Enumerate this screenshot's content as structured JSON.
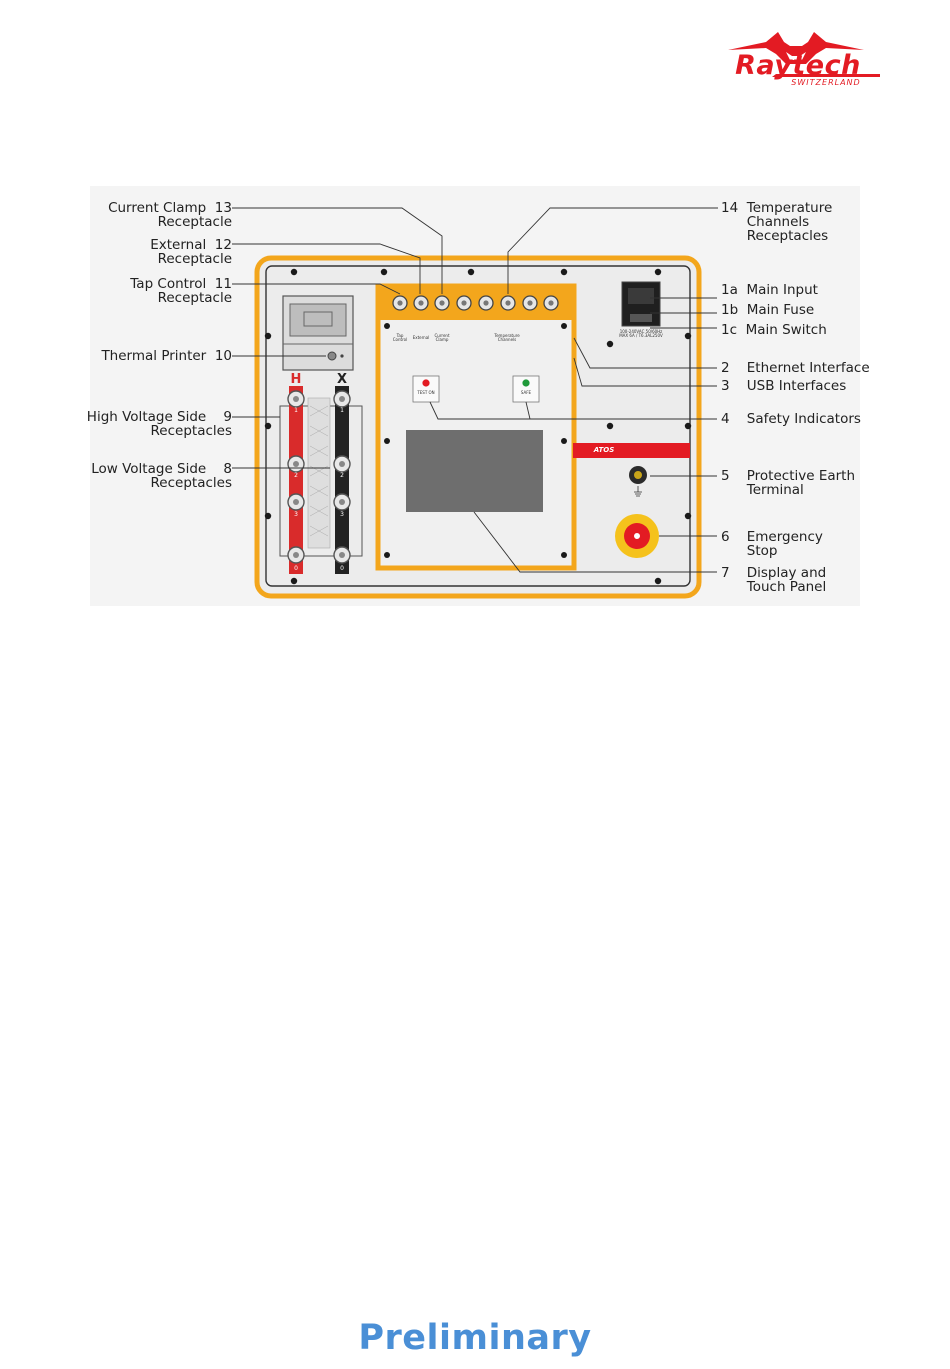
{
  "brand": {
    "name": "Raytech",
    "tagline": "SWITZERLAND"
  },
  "footer": {
    "text": "Preliminary"
  },
  "colors": {
    "brand_red": "#e31b23",
    "panel_yellow": "#f7a81b",
    "footer_blue": "#4a8fd6"
  },
  "panel": {
    "model": "ATOS",
    "bottom_labels": {
      "tap": "Tap\nControl",
      "external": "External",
      "clamp": "Current\nClamp",
      "temp": "Temperature\nChannels"
    },
    "hv_letter": "H",
    "lv_letter": "X",
    "terminal_numbers": [
      "1",
      "2",
      "3",
      "0"
    ],
    "indicator_red": "TEST ON",
    "indicator_green": "SAFE",
    "mains_rating": "100-240VAC 50/60Hz\nMAX 6A / T6.3AL250V"
  },
  "callouts_left": {
    "c13": "Current Clamp  13\nReceptacle",
    "c12": "External  12\nReceptacle",
    "c11": "Tap Control  11\nReceptacle",
    "c10": "Thermal Printer  10",
    "c9": "High Voltage Side    9\nReceptacles",
    "c8": "Low Voltage Side    8\nReceptacles"
  },
  "callouts_right": {
    "c14": "14  Temperature\n      Channels\n      Receptacles",
    "c1a": "1a  Main Input",
    "c1b": "1b  Main Fuse",
    "c1c": "1c  Main Switch",
    "c2": "2    Ethernet Interface",
    "c3": "3    USB Interfaces",
    "c4": "4    Safety Indicators",
    "c5": "5    Protective Earth\n      Terminal",
    "c6": "6    Emergency\n      Stop",
    "c7": "7    Display and\n      Touch Panel"
  }
}
